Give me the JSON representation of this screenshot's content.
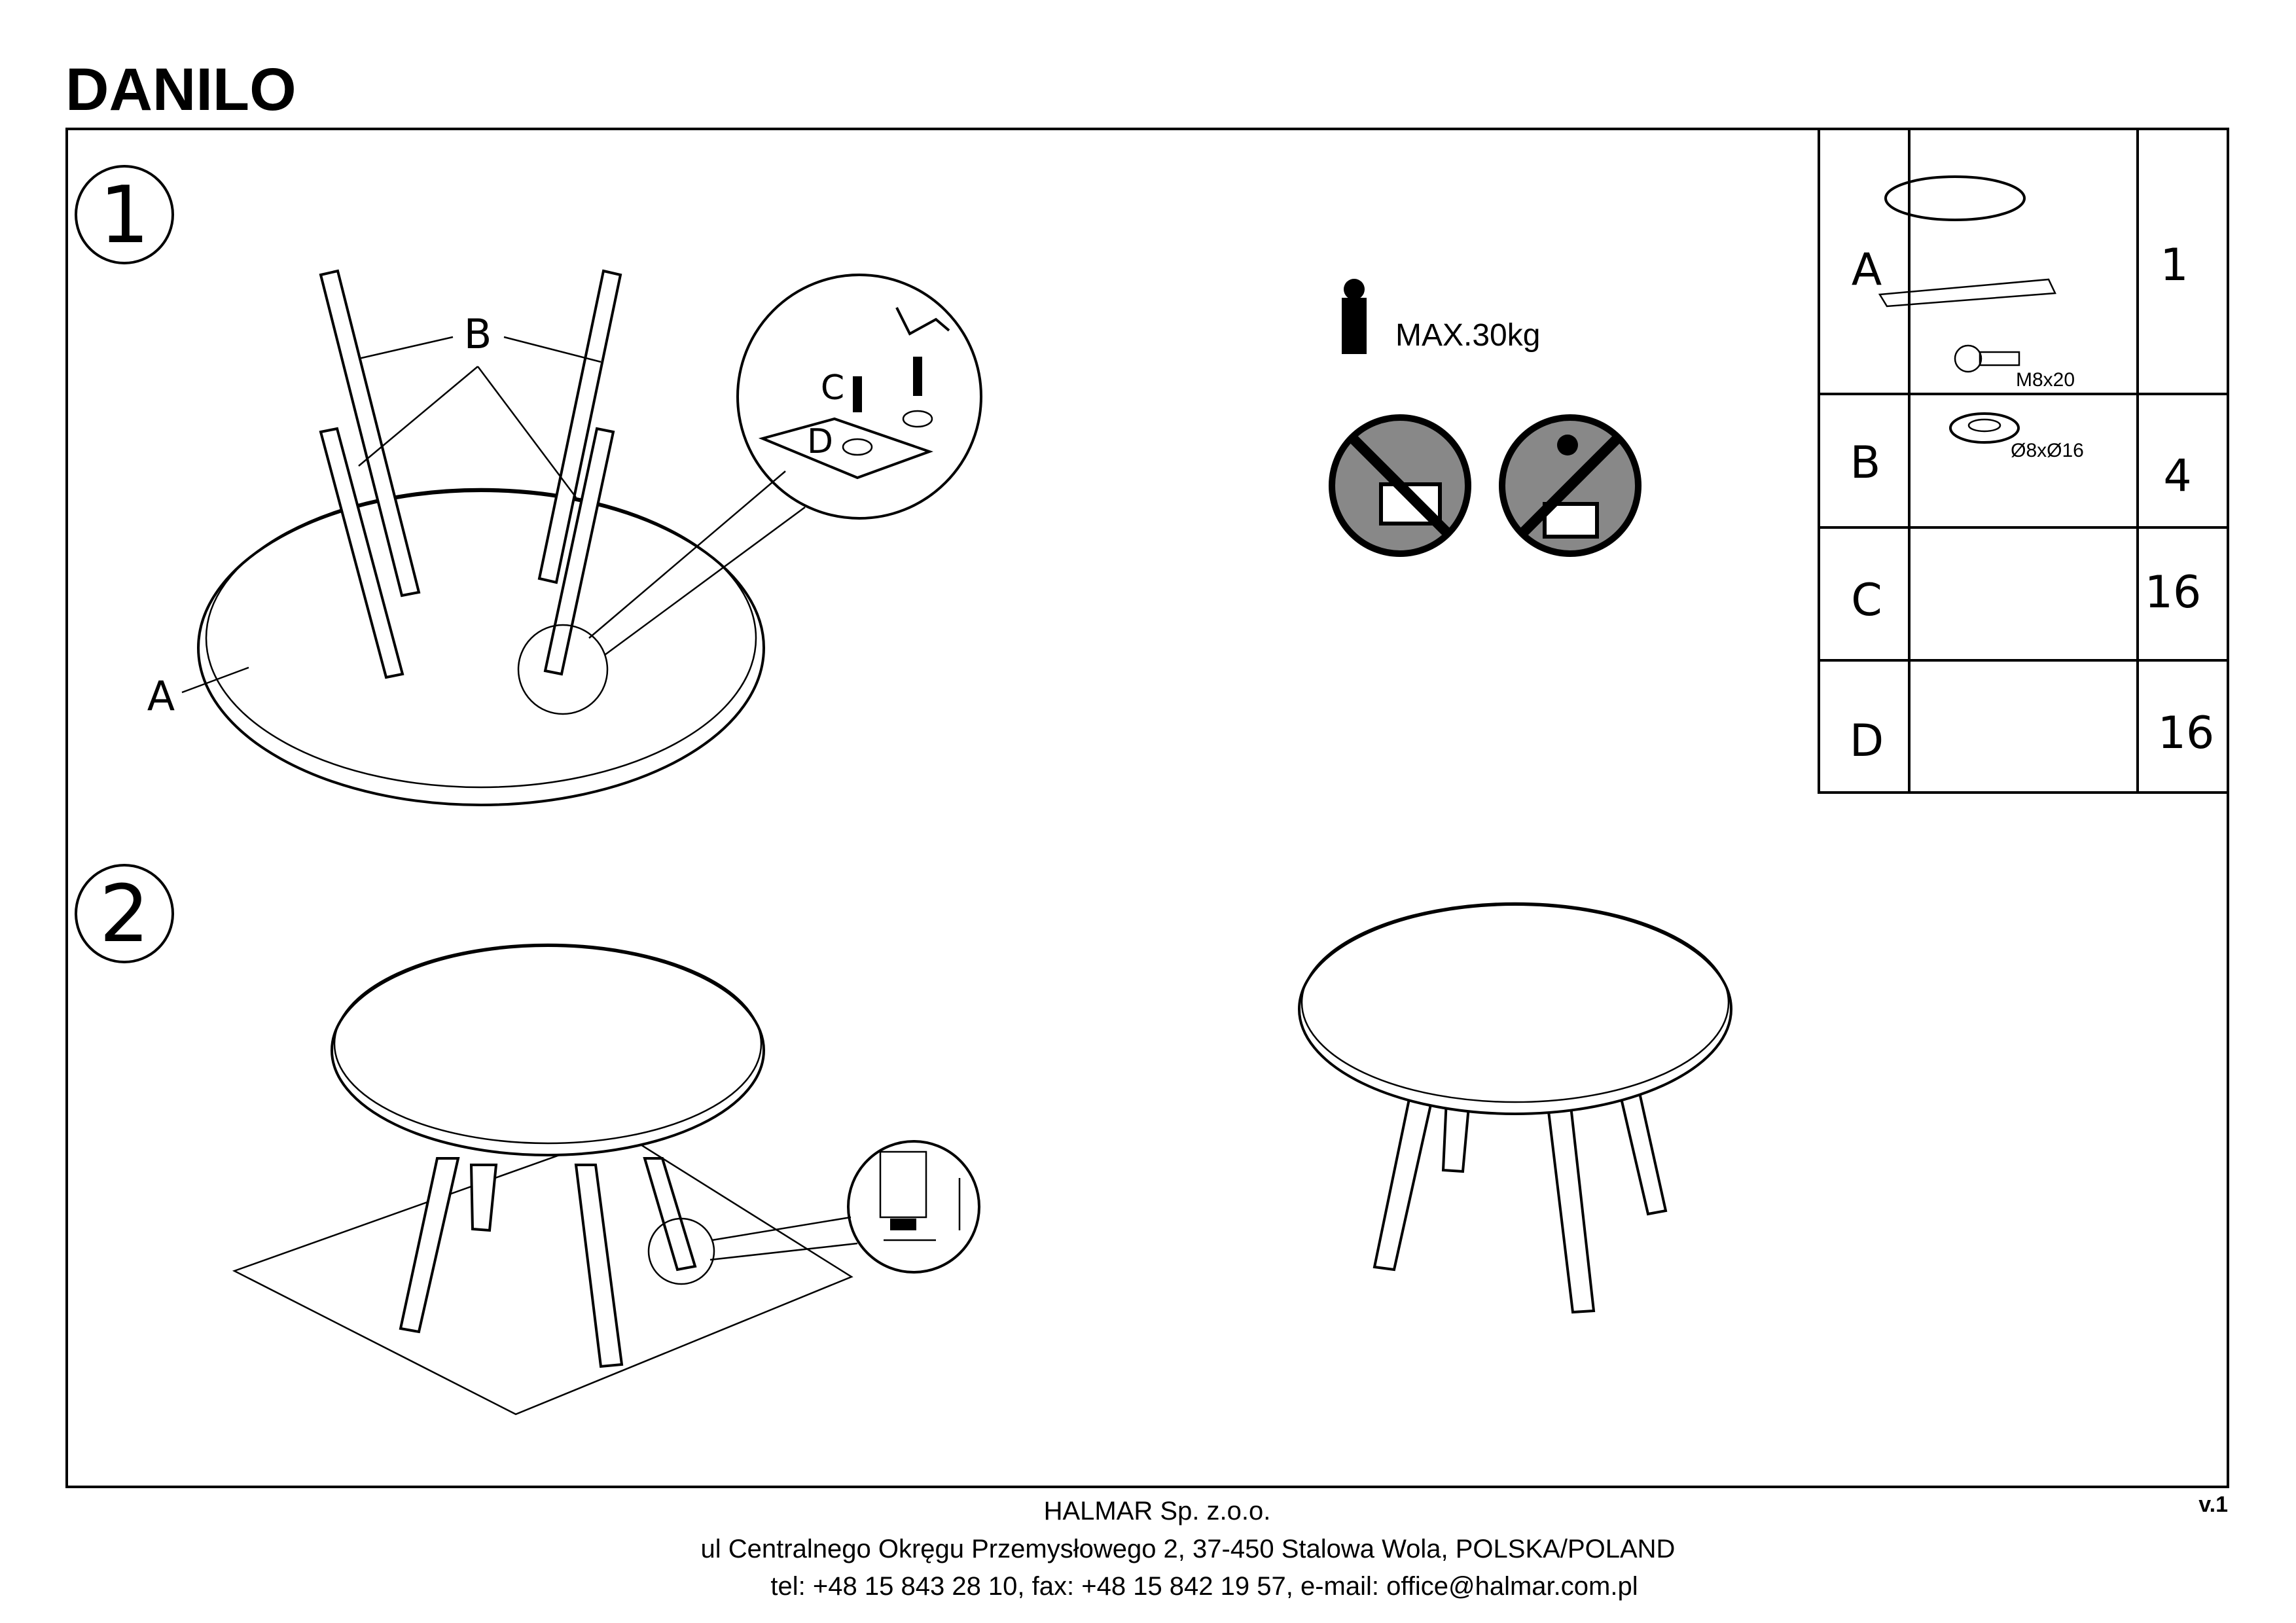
{
  "title": "DANILO",
  "steps": [
    {
      "number": "1"
    },
    {
      "number": "2"
    }
  ],
  "step1": {
    "label_a": "A",
    "label_b": "B",
    "label_c": "C",
    "label_d": "D"
  },
  "warnings": {
    "max_load": "MAX.30kg",
    "icons": [
      "weight-icon",
      "no-sitting-icon",
      "no-standing-icon"
    ]
  },
  "parts": [
    {
      "letter": "A",
      "qty": "1",
      "spec": ""
    },
    {
      "letter": "B",
      "qty": "4",
      "spec": ""
    },
    {
      "letter": "C",
      "qty": "16",
      "spec": "M8x20"
    },
    {
      "letter": "D",
      "qty": "16",
      "spec": "Ø8xØ16"
    }
  ],
  "footer": {
    "company": "HALMAR Sp. z.o.o.",
    "address": "ul Centralnego Okręgu Przemysłowego 2, 37-450 Stalowa Wola, POLSKA/POLAND",
    "contact": "tel: +48 15 843 28 10, fax: +48 15 842 19 57, e-mail: office@halmar.com.pl",
    "version": "v.1"
  }
}
